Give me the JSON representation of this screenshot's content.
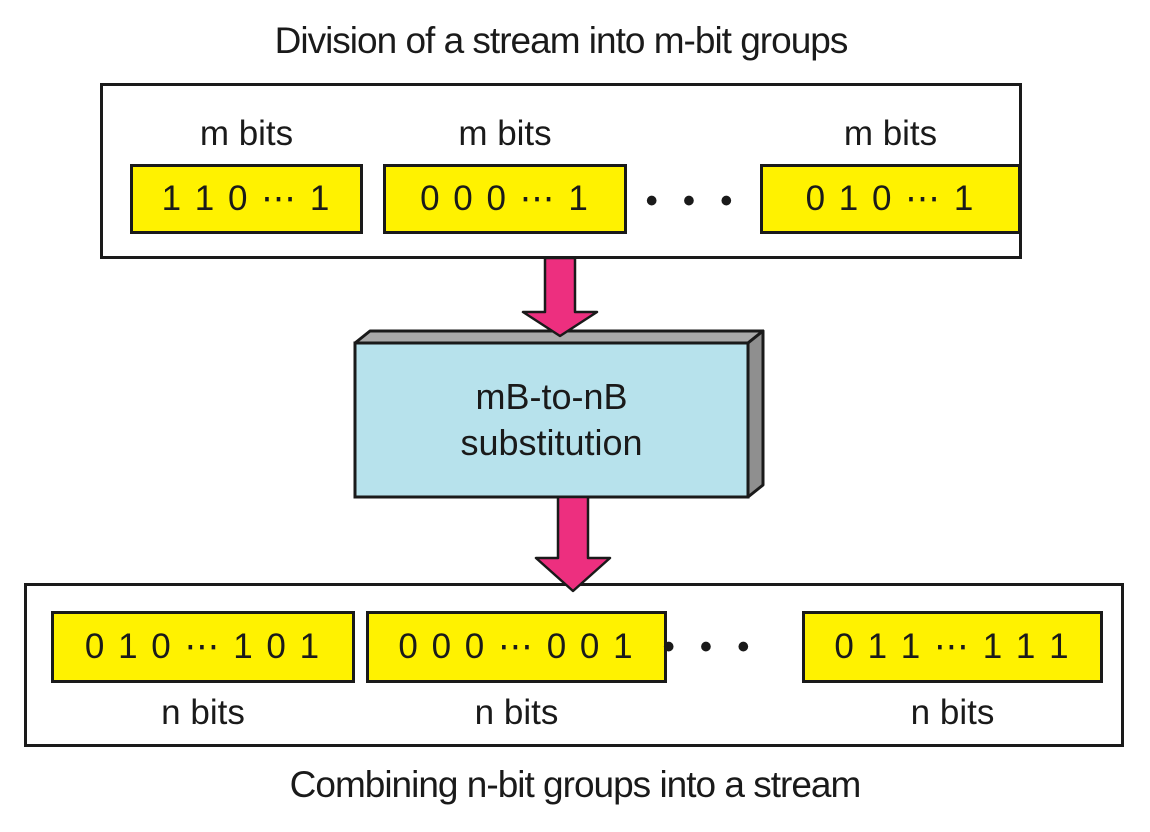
{
  "colors": {
    "yellow": "#fff200",
    "pink": "#ed2f7f",
    "blue": "#b7e2ec",
    "gray_top": "#a9a9a9",
    "gray_side": "#8f8f8f",
    "ink": "#1a1a1a"
  },
  "top_caption": "Division of a stream into m-bit groups",
  "bottom_caption": "Combining n-bit groups into a stream",
  "top_group": {
    "ellipsis": "• • •",
    "cells": [
      {
        "label": "m bits",
        "bits": "1 1 0 ⋯ 1"
      },
      {
        "label": "m bits",
        "bits": "0 0 0 ⋯ 1"
      },
      {
        "label": "m bits",
        "bits": "0 1 0 ⋯ 1"
      }
    ]
  },
  "processor": {
    "line1": "mB-to-nB",
    "line2": "substitution"
  },
  "bottom_group": {
    "ellipsis": "• • •",
    "cells": [
      {
        "label": "n bits",
        "bits": "0 1 0 ⋯ 1 0 1"
      },
      {
        "label": "n bits",
        "bits": "0 0 0 ⋯ 0 0 1"
      },
      {
        "label": "n bits",
        "bits": "0 1 1 ⋯ 1 1 1"
      }
    ]
  }
}
